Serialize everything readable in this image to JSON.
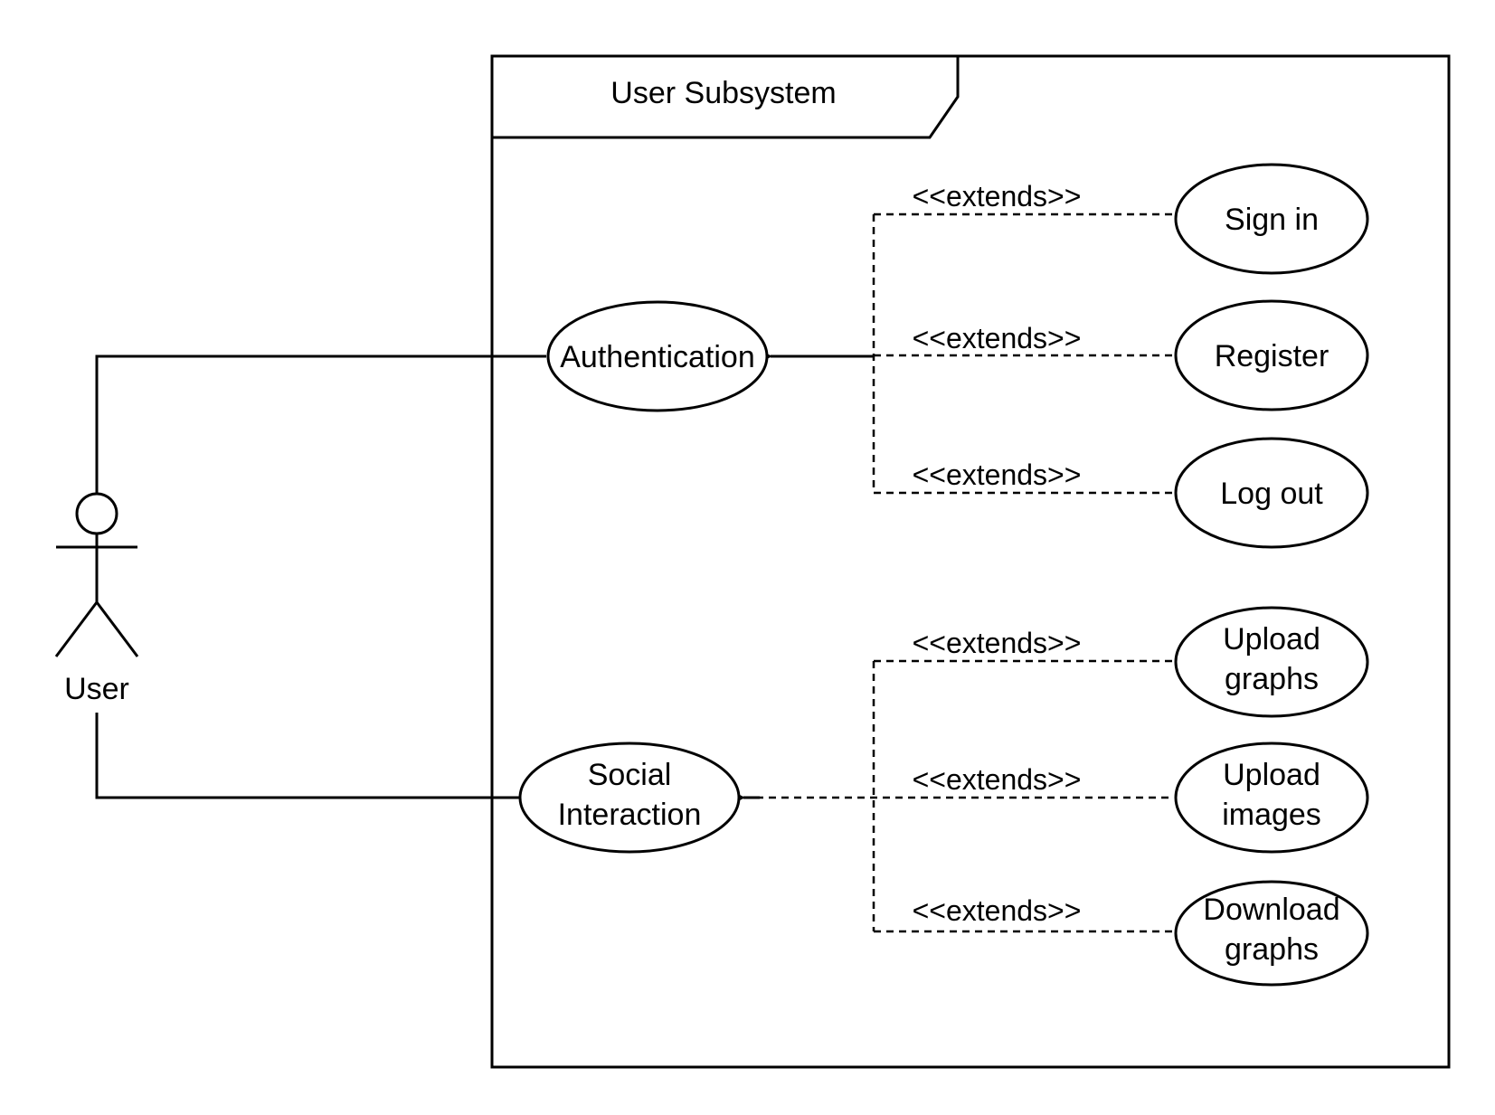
{
  "system": {
    "title": "User Subsystem"
  },
  "actor": {
    "name": "User"
  },
  "use_cases": {
    "authentication": [
      "Authentication"
    ],
    "social": [
      "Social",
      "Interaction"
    ],
    "sign_in": [
      "Sign in"
    ],
    "register": [
      "Register"
    ],
    "log_out": [
      "Log out"
    ],
    "upload_graphs": [
      "Upload",
      "graphs"
    ],
    "upload_images": [
      "Upload",
      "images"
    ],
    "download_graphs": [
      "Download",
      "graphs"
    ]
  },
  "relations": {
    "stereotype": "<<extends>>"
  },
  "colors": {
    "line": "#000000",
    "background": "#ffffff"
  }
}
